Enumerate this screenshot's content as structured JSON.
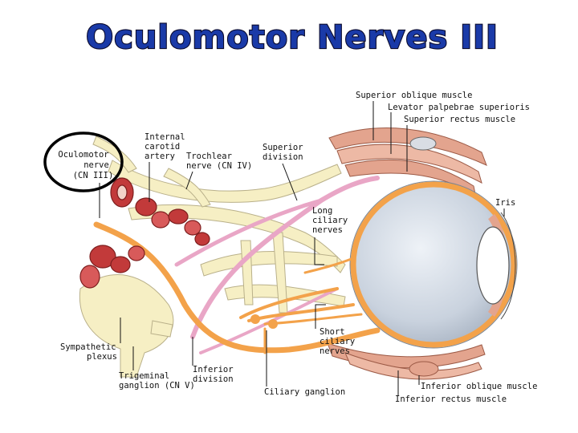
{
  "title": "Oculomotor Nerves III",
  "labels": {
    "oculomotor_1": "Oculomotor",
    "oculomotor_2": "nerve",
    "oculomotor_3": "(CN III)",
    "carotid_1": "Internal",
    "carotid_2": "carotid",
    "carotid_3": "artery",
    "trochlear_1": "Trochlear",
    "trochlear_2": "nerve (CN IV)",
    "superior_div_1": "Superior",
    "superior_div_2": "division",
    "superior_oblique": "Superior oblique muscle",
    "levator": "Levator palpebrae superioris",
    "superior_rectus": "Superior rectus muscle",
    "iris": "Iris",
    "long_ciliary_1": "Long",
    "long_ciliary_2": "ciliary",
    "long_ciliary_3": "nerves",
    "short_ciliary_1": "Short",
    "short_ciliary_2": "ciliary",
    "short_ciliary_3": "nerves",
    "sympathetic_1": "Sympathetic",
    "sympathetic_2": "plexus",
    "trigeminal_1": "Trigeminal",
    "trigeminal_2": "ganglion (CN V)",
    "inferior_div_1": "Inferior",
    "inferior_div_2": "division",
    "ciliary_ganglion": "Ciliary ganglion",
    "inferior_oblique": "Inferior oblique muscle",
    "inferior_rectus": "Inferior rectus muscle"
  },
  "colors": {
    "title_fill": "#1a3aa8",
    "nerve_cream": "#f6efc4",
    "nerve_outline": "#b9b08a",
    "oculomotor_orange": "#f3a24a",
    "pink_nerve": "#e9a6c6",
    "muscle": "#e3a48e",
    "artery_red": "#c23a3a",
    "eyeball": "#c9d2de"
  }
}
